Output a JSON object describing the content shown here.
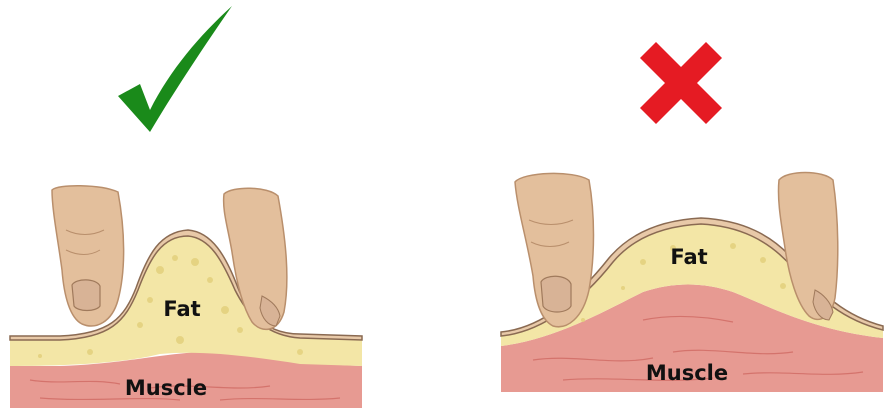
{
  "panels": [
    {
      "id": "correct",
      "verdict": "correct",
      "fat_label": "Fat",
      "muscle_label": "Muscle",
      "mark_icon": "green-checkmark-icon",
      "mark_color": "#1a8a1a"
    },
    {
      "id": "incorrect",
      "verdict": "incorrect",
      "fat_label": "Fat",
      "muscle_label": "Muscle",
      "mark_icon": "red-x-icon",
      "mark_color": "#e51b23"
    }
  ],
  "colors": {
    "skin": "#e8c9a8",
    "skin_edge": "#8a6a52",
    "fat": "#f3e6a6",
    "fat_speckle": "#e2cf7a",
    "muscle": "#e79a92",
    "muscle_dark": "#d4736c",
    "finger": "#e3bf9c",
    "finger_shadow": "#b98f6c",
    "nail": "#d8b396"
  }
}
